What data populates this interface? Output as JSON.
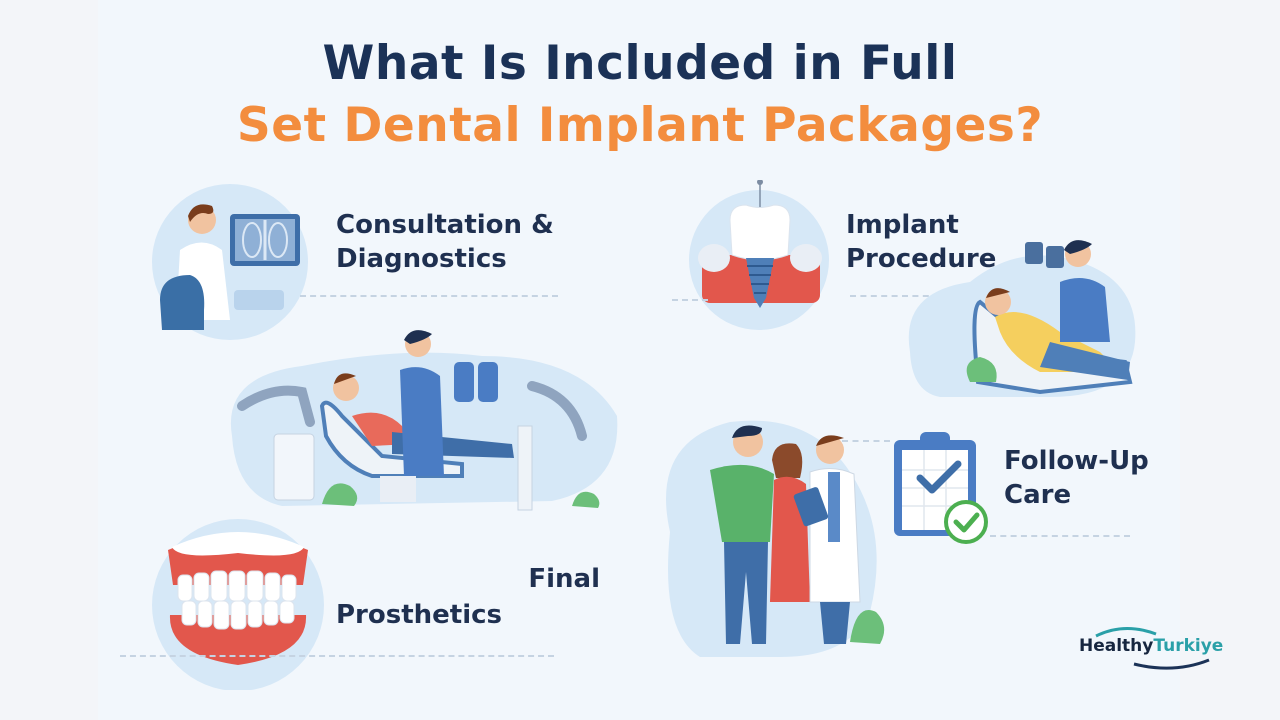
{
  "title": {
    "line1": "What Is Included in Full",
    "line2": "Set Dental Implant Packages?"
  },
  "colors": {
    "title_dark": "#1b3257",
    "title_accent": "#f38d3e",
    "label": "#1f3050",
    "circle_bg": "#d6e8f7",
    "gum_red": "#e2574c",
    "check_green": "#4caf50",
    "clipboard_blue": "#4a7cc4",
    "brand_teal": "#2aa0a8"
  },
  "sections": [
    {
      "id": "consultation",
      "line1": "Consultation &",
      "line2": "Diagnostics",
      "icon": "xray-doctor-icon"
    },
    {
      "id": "implant",
      "line1": "Implant",
      "line2": "Procedure",
      "icon": "dental-implant-icon"
    },
    {
      "id": "prosthetics",
      "line1": "Final",
      "line2": "Prosthetics",
      "icon": "denture-icon"
    },
    {
      "id": "followup",
      "line1": "Follow-Up",
      "line2": "Care",
      "icon": "clipboard-check-icon"
    }
  ],
  "logo": {
    "part1": "Healthy",
    "part2": "Turkiye"
  }
}
